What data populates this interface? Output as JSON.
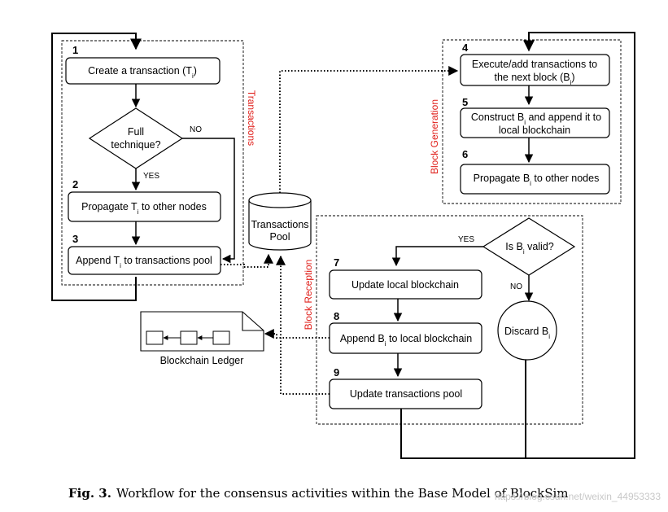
{
  "groups": {
    "transactions": "Transactions",
    "block_generation": "Block Generation",
    "block_reception": "Block Reception"
  },
  "steps": {
    "s1": {
      "num": "1",
      "label": "Create a transaction (T",
      "sub": "i",
      "tail": ")"
    },
    "d1": {
      "line1": "Full",
      "line2": "technique?"
    },
    "s2": {
      "num": "2",
      "label": "Propagate T",
      "sub": "i",
      "tail": " to other nodes"
    },
    "s3": {
      "num": "3",
      "label": "Append T",
      "sub": "i",
      "tail": " to transactions pool"
    },
    "s4": {
      "num": "4",
      "line1": "Execute/add transactions to",
      "line2a": "the next block (B",
      "sub": "i",
      "tail": ")"
    },
    "s5": {
      "num": "5",
      "line1a": "Construct B",
      "sub": "i",
      "line1b": " and append it to",
      "line2": "local blockchain"
    },
    "s6": {
      "num": "6",
      "label": "Propagate B",
      "sub": "i",
      "tail": " to other nodes"
    },
    "d2": {
      "label": "Is B",
      "sub": "i",
      "tail": " valid?"
    },
    "s7": {
      "num": "7",
      "label": "Update local blockchain"
    },
    "s8": {
      "num": "8",
      "label": "Append B",
      "sub": "i",
      "tail": " to local blockchain"
    },
    "s9": {
      "num": "9",
      "label": "Update transactions pool"
    },
    "discard": {
      "label": "Discard B",
      "sub": "i"
    }
  },
  "edges": {
    "yes": "YES",
    "no": "NO"
  },
  "pool": {
    "line1": "Transactions",
    "line2": "Pool"
  },
  "ledger": {
    "label": "Blockchain Ledger"
  },
  "caption": {
    "bold": "Fig. 3.",
    "text": "Workflow for the consensus activities within the Base Model of BlockSim"
  },
  "watermark": "https://blog.csdn.net/weixin_44953333"
}
